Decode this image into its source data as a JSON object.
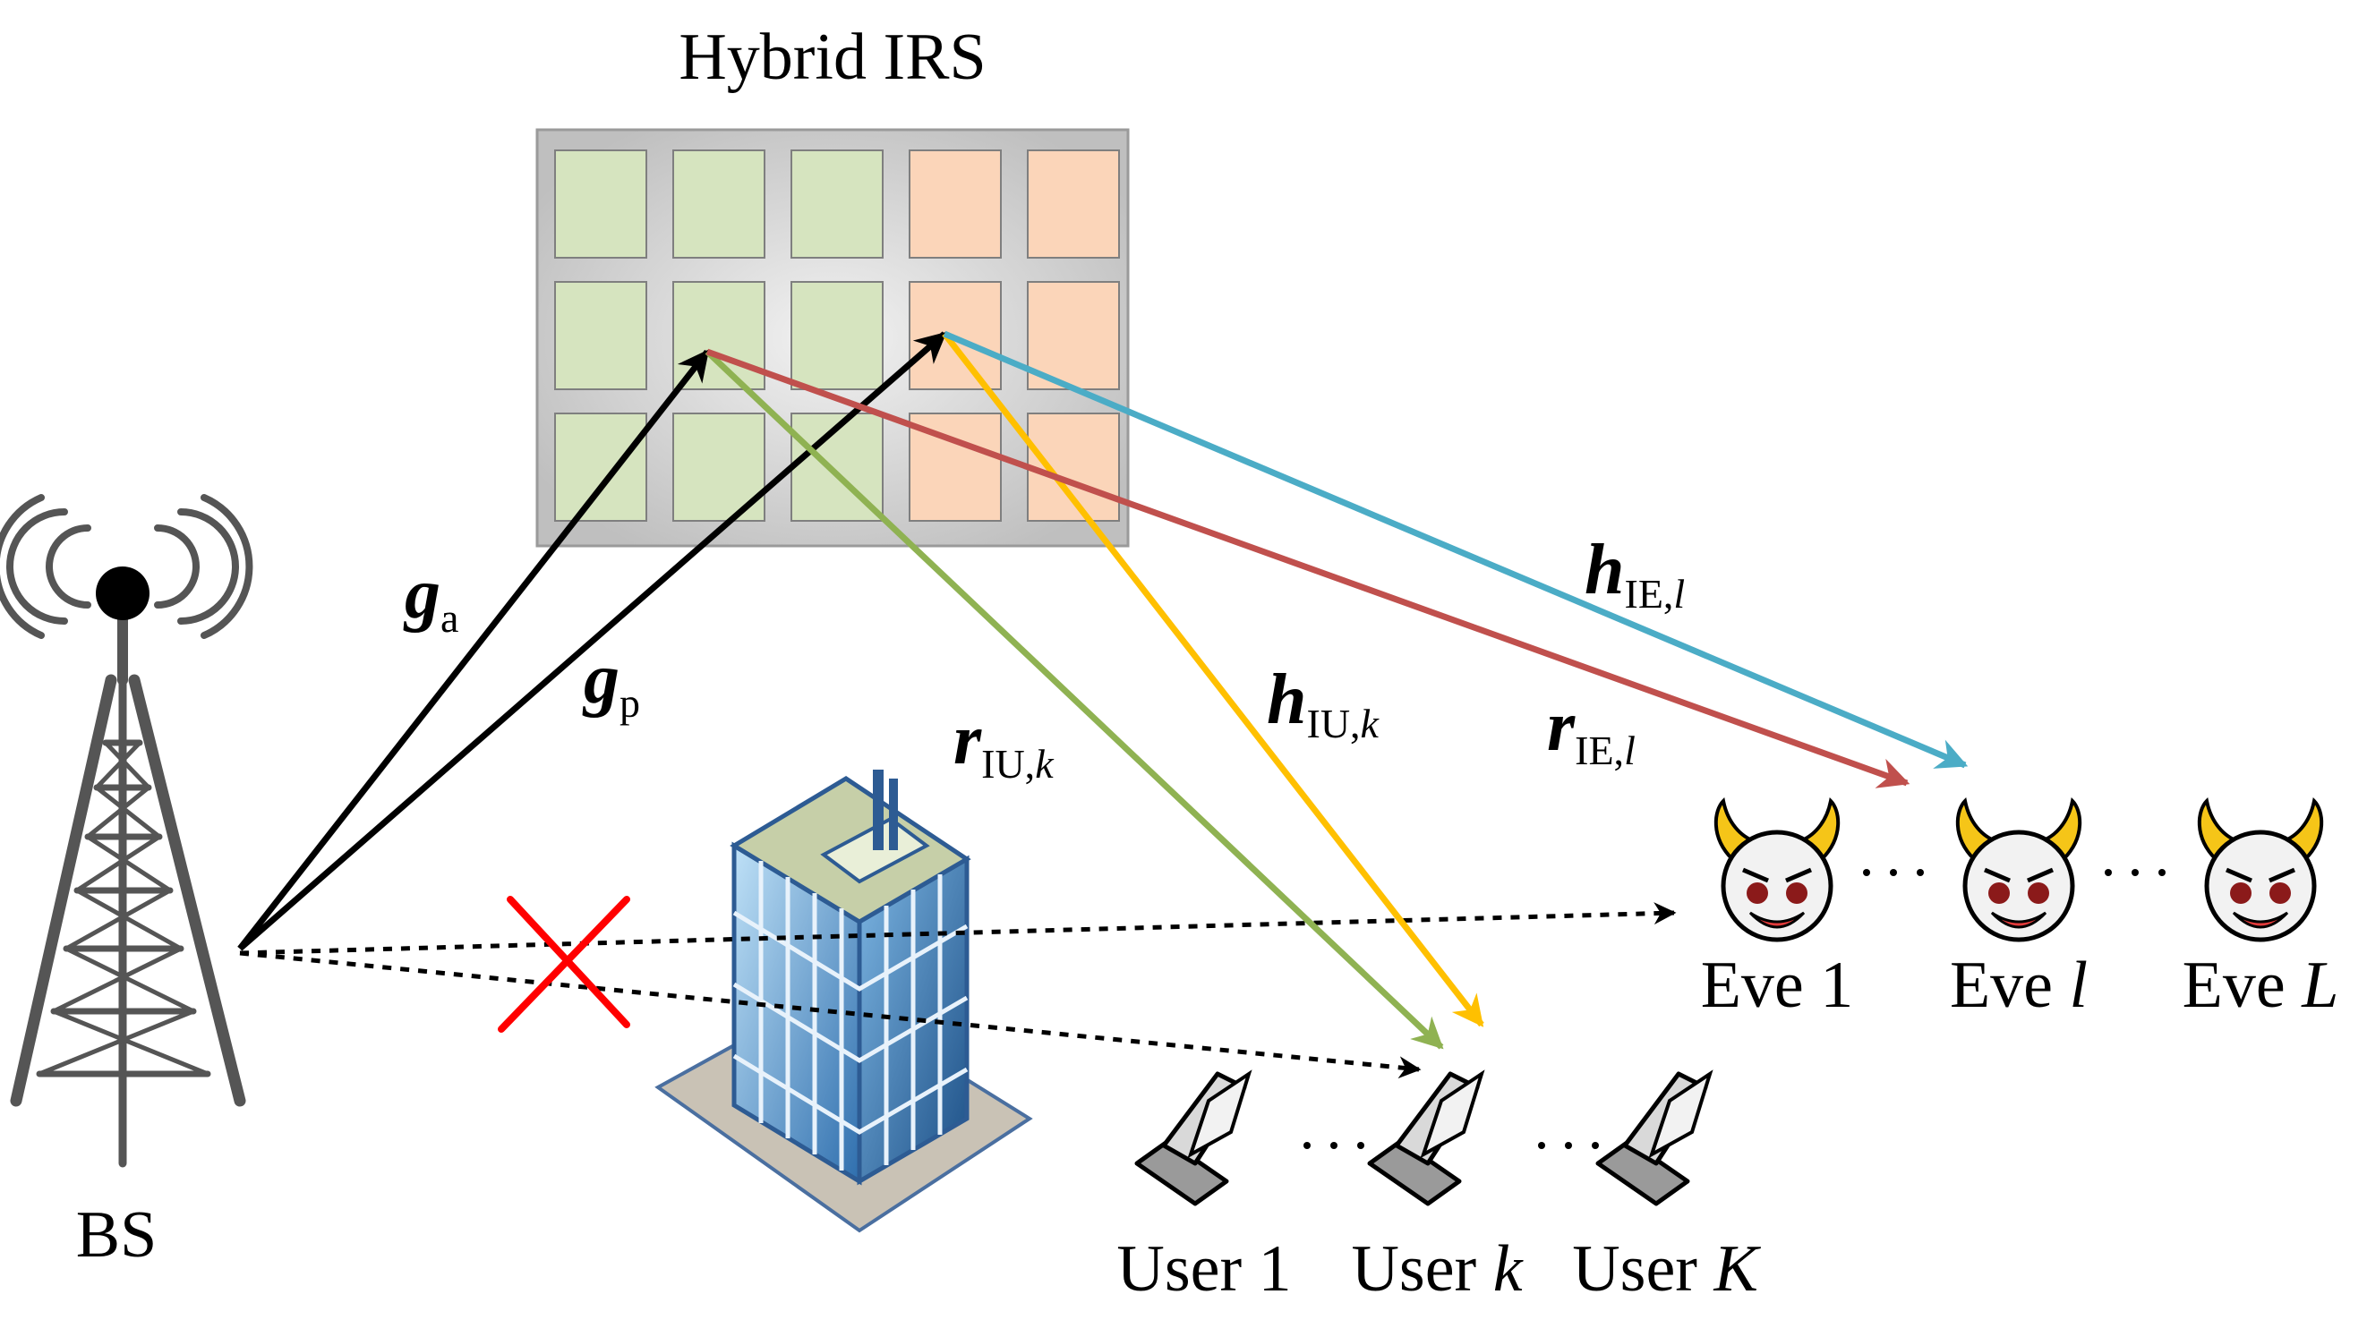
{
  "title": "Hybrid  IRS",
  "base_station": {
    "label": "BS"
  },
  "irs": {
    "rows": 3,
    "cols": 5,
    "active_color": "#d6e4bf",
    "passive_color": "#fbd5b9",
    "active_cols": 3
  },
  "channels": {
    "g_a": {
      "main": "g",
      "sub": "a"
    },
    "g_p": {
      "main": "g",
      "sub": "p"
    },
    "r_iu": {
      "main": "r",
      "sub": "IU,",
      "sub_italic": "k"
    },
    "h_iu": {
      "main": "h",
      "sub": "IU,",
      "sub_italic": "k"
    },
    "h_ie": {
      "main": "h",
      "sub": "IE,",
      "sub_italic": "l"
    },
    "r_ie": {
      "main": "r",
      "sub": "IE,",
      "sub_italic": "l"
    }
  },
  "users": [
    {
      "label": "User 1",
      "italic": ""
    },
    {
      "label": "User ",
      "italic": "k"
    },
    {
      "label": "User ",
      "italic": "K"
    }
  ],
  "eves": [
    {
      "label": "Eve 1",
      "italic": ""
    },
    {
      "label": "Eve ",
      "italic": "l"
    },
    {
      "label": "Eve ",
      "italic": "L"
    }
  ],
  "colors": {
    "green": "#8fb252",
    "yellow": "#ffc000",
    "blue": "#4bacc6",
    "red": "#c0504d",
    "block": "#ff0000"
  }
}
